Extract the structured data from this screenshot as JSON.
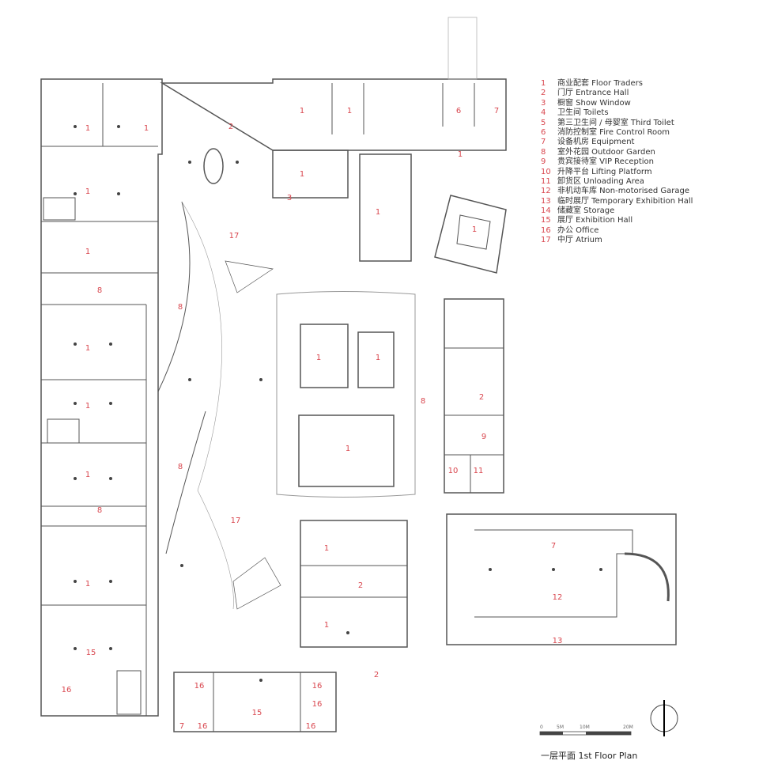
{
  "legend": [
    {
      "num": "1",
      "label": "商业配套 Floor Traders"
    },
    {
      "num": "2",
      "label": "门厅 Entrance Hall"
    },
    {
      "num": "3",
      "label": "橱窗 Show Window"
    },
    {
      "num": "4",
      "label": "卫生间 Toilets"
    },
    {
      "num": "5",
      "label": "第三卫生间 / 母婴室 Third Toilet"
    },
    {
      "num": "6",
      "label": "消防控制室 Fire Control Room"
    },
    {
      "num": "7",
      "label": "设备机房 Equipment"
    },
    {
      "num": "8",
      "label": "室外花园 Outdoor Garden"
    },
    {
      "num": "9",
      "label": "贵宾接待室 VIP Reception"
    },
    {
      "num": "10",
      "label": "升降平台 Lifting Platform"
    },
    {
      "num": "11",
      "label": "卸货区 Unloading Area"
    },
    {
      "num": "12",
      "label": "非机动车库 Non-motorised Garage"
    },
    {
      "num": "13",
      "label": "临时展厅 Temporary Exhibition Hall"
    },
    {
      "num": "14",
      "label": "储藏室 Storage"
    },
    {
      "num": "15",
      "label": "展厅 Exhibition Hall"
    },
    {
      "num": "16",
      "label": "办公 Office"
    },
    {
      "num": "17",
      "label": "中厅 Atrium"
    }
  ],
  "title": "一层平面 1st Floor Plan",
  "scale": [
    "0",
    "5M",
    "10M",
    "20M"
  ],
  "colors": {
    "accent": "#d9474f",
    "line": "#555555"
  }
}
